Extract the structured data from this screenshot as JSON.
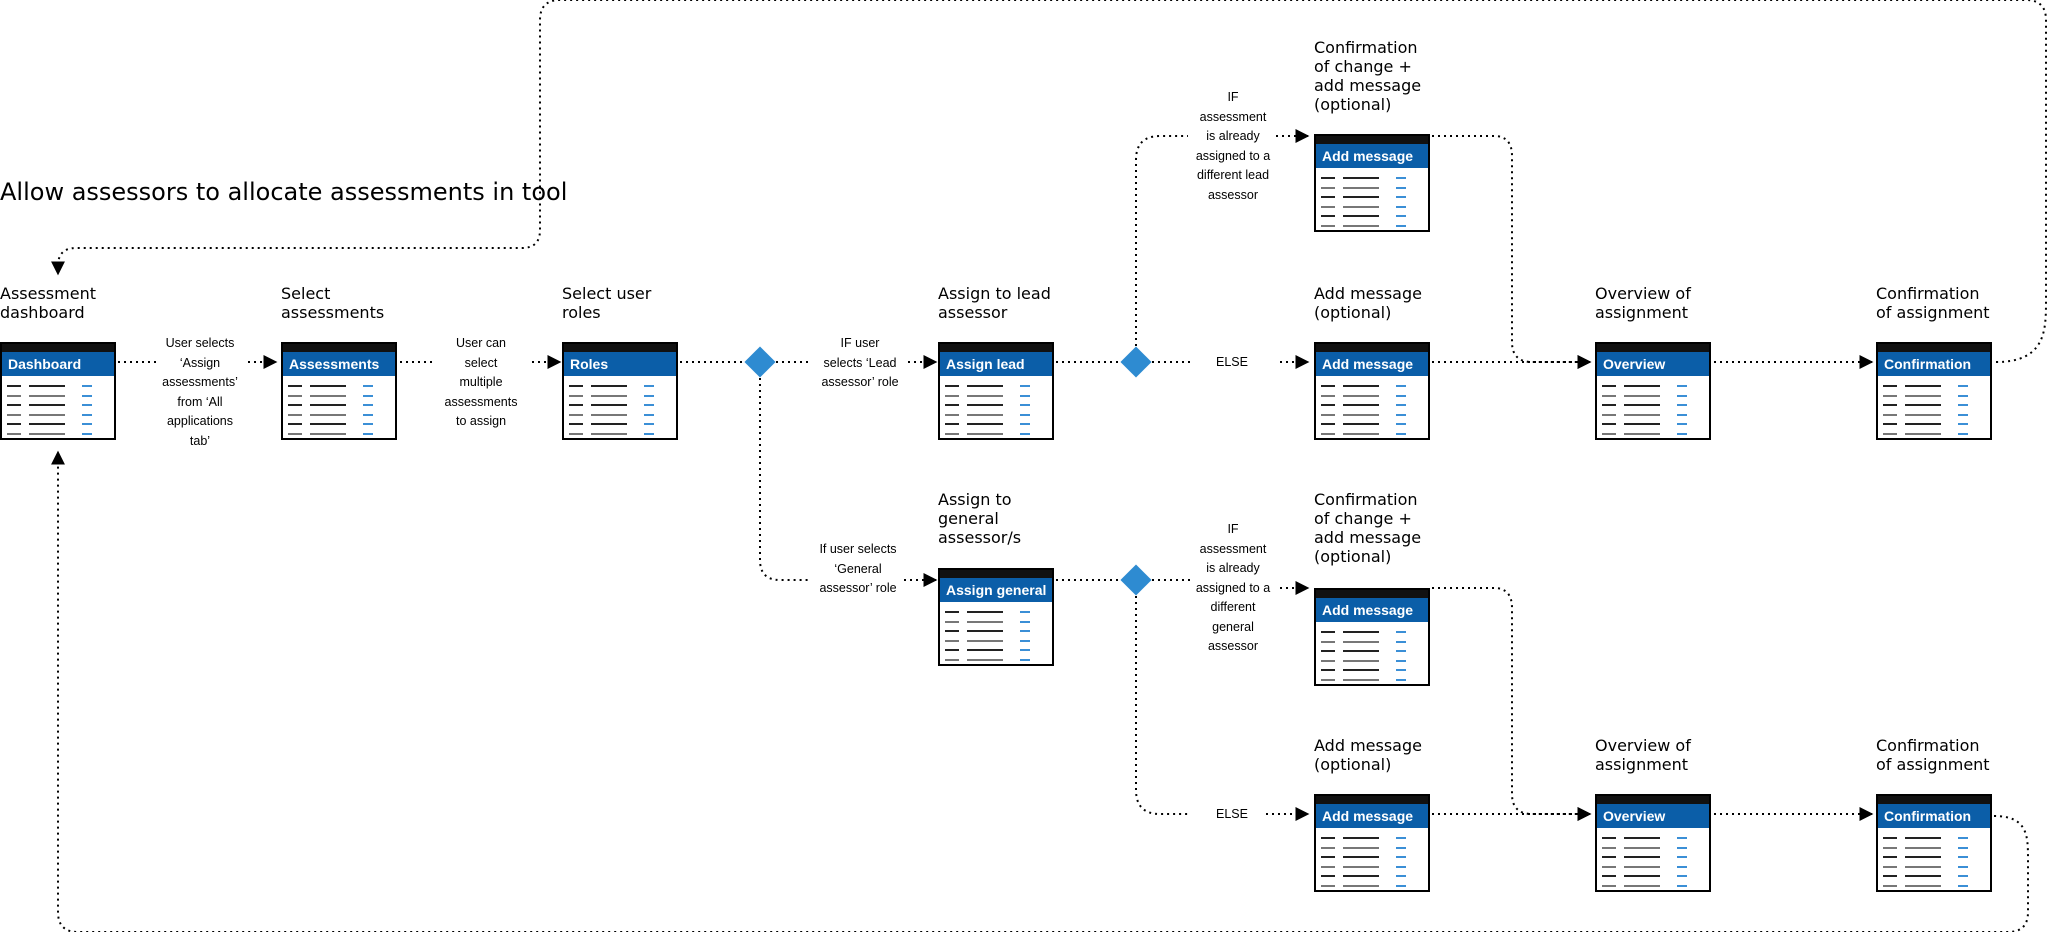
{
  "title": "Allow assessors to allocate assessments in tool",
  "colors": {
    "screen_header": "#0b5ea8",
    "decision": "#2e8bd1",
    "connector": "#000000"
  },
  "steps": {
    "dashboard": {
      "label": "Assessment\ndashboard",
      "screen": "Dashboard"
    },
    "assessments": {
      "label": "Select\nassessments",
      "screen": "Assessments"
    },
    "roles": {
      "label": "Select user\nroles",
      "screen": "Roles"
    },
    "assign_lead": {
      "label": "Assign to lead\nassessor",
      "screen": "Assign lead"
    },
    "assign_general": {
      "label": "Assign to\ngeneral\nassessor/s",
      "screen": "Assign general"
    },
    "conf_change_lead": {
      "label": "Confirmation\nof change +\nadd message\n(optional)",
      "screen": "Add message"
    },
    "msg_lead": {
      "label": "Add message\n(optional)",
      "screen": "Add message"
    },
    "overview_lead": {
      "label": "Overview of\nassignment",
      "screen": "Overview"
    },
    "confirm_lead": {
      "label": "Confirmation\nof assignment",
      "screen": "Confirmation"
    },
    "conf_change_general": {
      "label": "Confirmation\nof change +\nadd message\n(optional)",
      "screen": "Add message"
    },
    "msg_general": {
      "label": "Add message\n(optional)",
      "screen": "Add message"
    },
    "overview_general": {
      "label": "Overview of\nassignment",
      "screen": "Overview"
    },
    "confirm_general": {
      "label": "Confirmation\nof assignment",
      "screen": "Confirmation"
    }
  },
  "notes": {
    "user_selects": "User selects\n‘Assign\nassessments’\nfrom ‘All\napplications\ntab’",
    "user_can_select": "User can\nselect\nmultiple\nassessments\nto assign",
    "if_lead": "IF user\nselects ‘Lead\nassessor’ role",
    "if_general": "If user selects\n‘General\nassessor’ role",
    "if_assigned_lead": "IF\nassessment\nis already\nassigned to a\ndifferent lead\nassessor",
    "else_lead": "ELSE",
    "if_assigned_general": "IF\nassessment\nis already\nassigned to a\ndifferent\ngeneral\nassessor",
    "else_general": "ELSE"
  }
}
